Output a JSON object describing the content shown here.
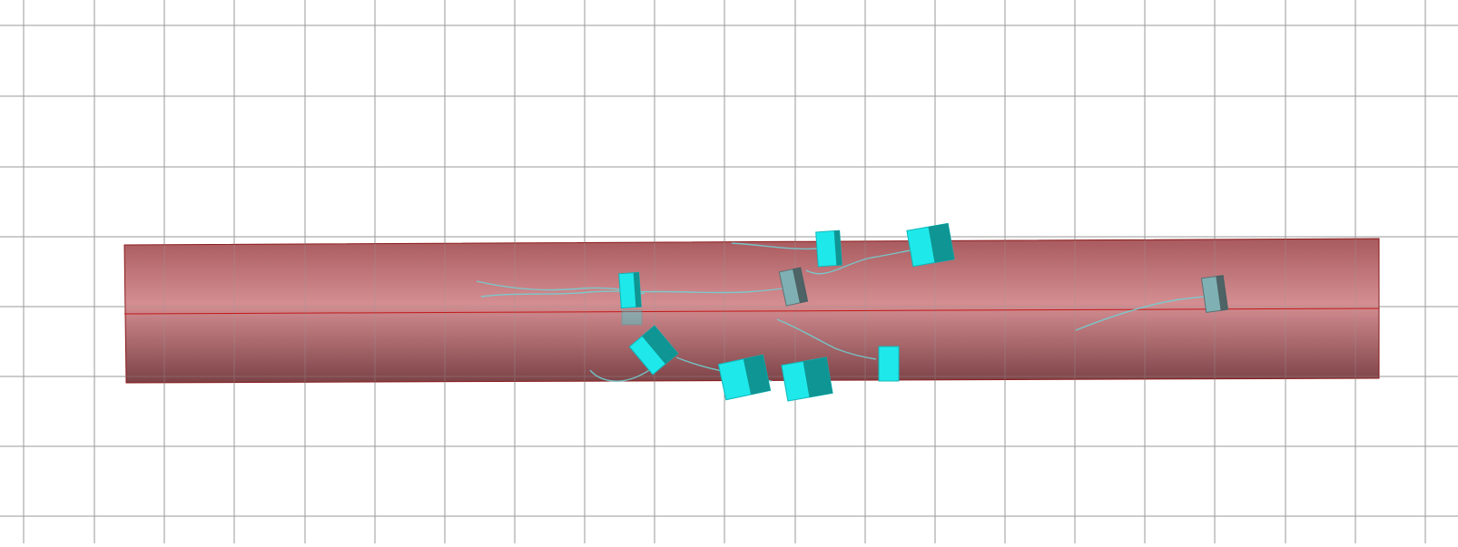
{
  "scene": {
    "background_color": "#ffffff",
    "grid_color": "#9a9a9a",
    "tube": {
      "fill_top": "#a85a5e",
      "fill_mid": "#d48e92",
      "fill_bottom": "#7c4246",
      "edge_color": "#8b1a1a",
      "axis_color": "#c41818"
    },
    "particle_color": "#1fe8ea",
    "particle_shadow_color": "#0d8c8a",
    "particle_muted_color": "#7fb1b4",
    "trail_color": "#6fd3d6",
    "particles": [
      {
        "id": "p1",
        "style": "bright"
      },
      {
        "id": "p2",
        "style": "muted"
      },
      {
        "id": "p3",
        "style": "bright"
      },
      {
        "id": "p4",
        "style": "bright"
      },
      {
        "id": "p5",
        "style": "bright"
      },
      {
        "id": "p6",
        "style": "bright"
      },
      {
        "id": "p7",
        "style": "bright"
      },
      {
        "id": "p8",
        "style": "bright"
      },
      {
        "id": "p9",
        "style": "bright"
      },
      {
        "id": "p10",
        "style": "muted"
      }
    ]
  }
}
